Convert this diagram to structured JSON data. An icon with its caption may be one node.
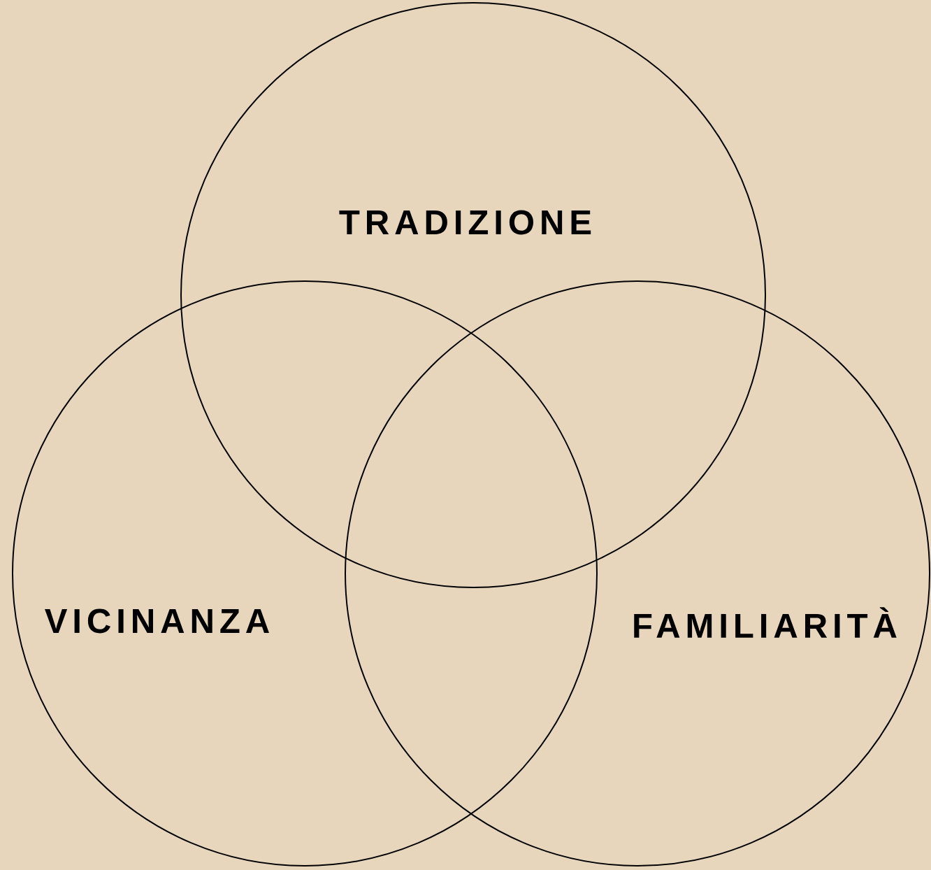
{
  "diagram": {
    "nodes": [
      {
        "text": [
          "TRADIZIONE"
        ]
      },
      {
        "text": [
          "VICINANZA"
        ]
      },
      {
        "text": [
          "FAMILIARITÀ"
        ]
      }
    ]
  }
}
